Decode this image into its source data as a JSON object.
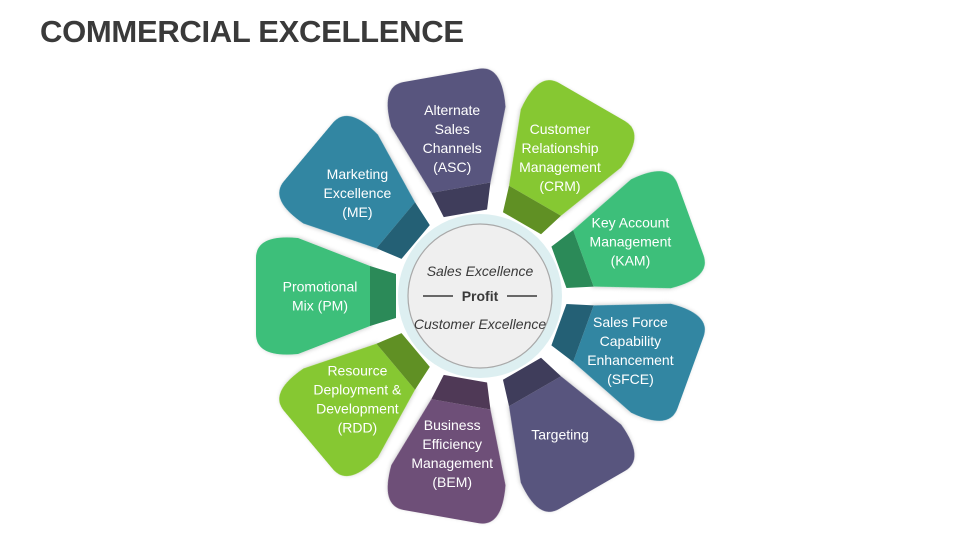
{
  "title": "COMMERCIAL EXCELLENCE",
  "colors": {
    "purple_slate": "#58557e",
    "green_lime": "#86c832",
    "green_medium": "#3cbf7a",
    "teal_blue": "#3286a2",
    "purple_plum": "#6e4f78",
    "text_dark": "#3a3a3a",
    "white": "#ffffff"
  },
  "hub": {
    "top_text": "Sales Excellence",
    "center_text": "Profit",
    "bottom_text": "Customer Excellence"
  },
  "segments": [
    {
      "id": "asc",
      "lines": [
        "Alternate",
        "Sales",
        "Channels",
        "(ASC)"
      ],
      "color": "#58557e",
      "icon": "none"
    },
    {
      "id": "crm",
      "lines": [
        "Customer",
        "Relationship",
        "Management",
        "(CRM)"
      ],
      "color": "#86c832",
      "icon": "none"
    },
    {
      "id": "kam",
      "lines": [
        "Key Account",
        "Management",
        "(KAM)"
      ],
      "color": "#3cbf7a",
      "icon": "none"
    },
    {
      "id": "sfce",
      "lines": [
        "Sales Force",
        "Capability",
        "Enhancement",
        "(SFCE)"
      ],
      "color": "#3286a2",
      "icon": "none"
    },
    {
      "id": "targeting",
      "lines": [
        "Targeting"
      ],
      "color": "#58557e",
      "icon": "none"
    },
    {
      "id": "bem",
      "lines": [
        "Business",
        "Efficiency",
        "Management",
        "(BEM)"
      ],
      "color": "#6e4f78",
      "icon": "none"
    },
    {
      "id": "rdd",
      "lines": [
        "Resource",
        "Deployment &",
        "Development",
        "(RDD)"
      ],
      "color": "#86c832",
      "icon": "none"
    },
    {
      "id": "pm",
      "lines": [
        "Promotional",
        "Mix (PM)"
      ],
      "color": "#3cbf7a",
      "icon": "none"
    },
    {
      "id": "me",
      "lines": [
        "Marketing",
        "Excellence",
        "(ME)"
      ],
      "color": "#3286a2",
      "icon": "none"
    }
  ]
}
